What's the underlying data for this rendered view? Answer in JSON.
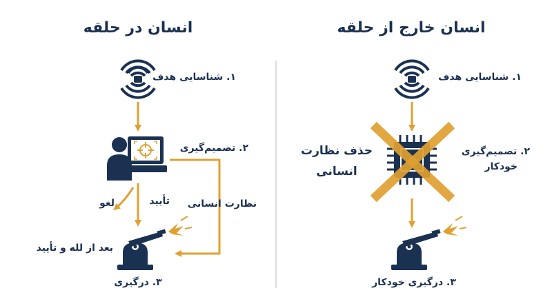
{
  "colors": {
    "navy": "#1b3152",
    "orange": "#e0a030",
    "divider": "#d0d0d0"
  },
  "left_panel": {
    "title": "انسان در حلقه",
    "step1": "۱. شناسایی هدف",
    "step2": "۲. تصمیم‌گیری",
    "oversight": "نظارت انسانی",
    "approve": "تأیید",
    "cancel": "لغو",
    "after_approval": "بعد از لله و تأیید",
    "step3": "۳. درگیری"
  },
  "right_panel": {
    "title": "انسان خارج از حلقه",
    "step1": "۱. شناسایی هدف",
    "step2_line1": "۲. تصمیم‌گیری",
    "step2_line2": "خودکار",
    "removed_line1": "حذف نظارت",
    "removed_line2": "انسانی",
    "step3": "۳. درگیری خودکار"
  },
  "icons": [
    "radar-icon",
    "operator-computer-icon",
    "target-crosshair-icon",
    "turret-icon",
    "muzzle-flash-icon",
    "chip-icon",
    "cross-out-icon"
  ]
}
